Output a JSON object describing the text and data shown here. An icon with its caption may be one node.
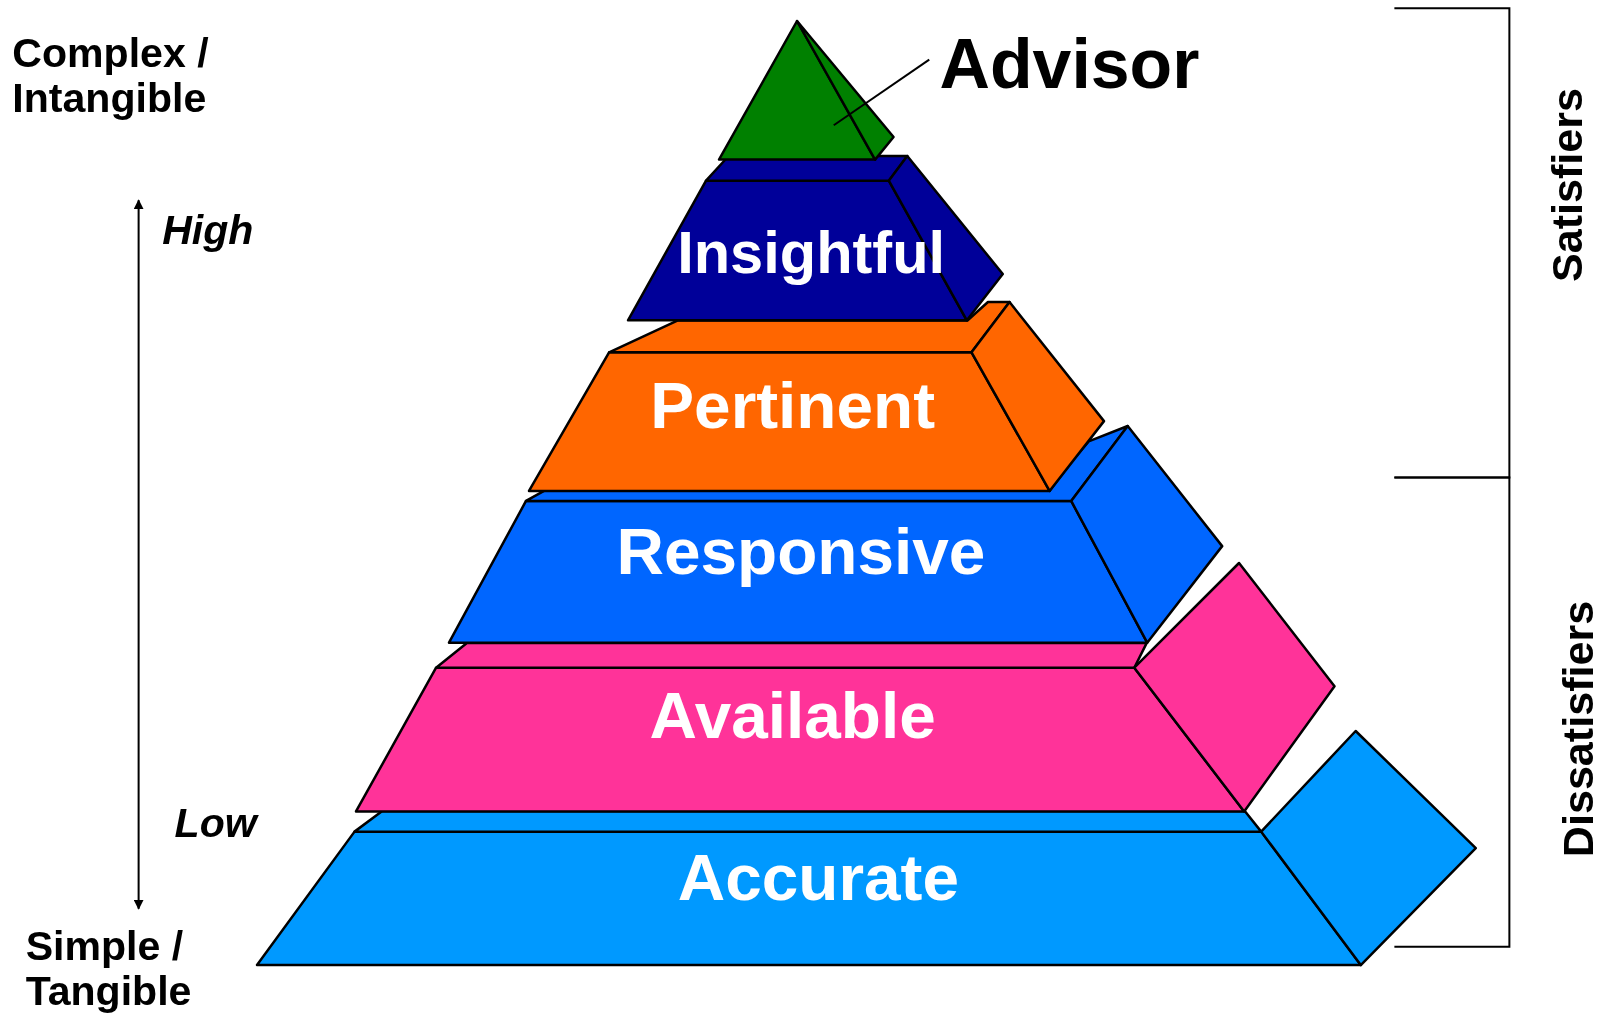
{
  "diagram": {
    "nodes": [
      {
        "text": [
          "Advisor"
        ]
      },
      {
        "text": [],
        "shape": "triangle"
      },
      {
        "text": [
          "Insightful"
        ]
      },
      {
        "text": [
          "Pertinent"
        ]
      },
      {
        "text": [
          "Responsive"
        ]
      },
      {
        "text": [
          "Available"
        ]
      },
      {
        "text": [
          "Accurate"
        ]
      }
    ],
    "edges": [
      {
        "from": 0,
        "to": 1,
        "arrow": "none"
      }
    ],
    "labels": [
      "Complex / Intangible",
      "Satisfiers",
      "High",
      "Low",
      "Dissatisfiers",
      "Simple / Tangible"
    ]
  }
}
